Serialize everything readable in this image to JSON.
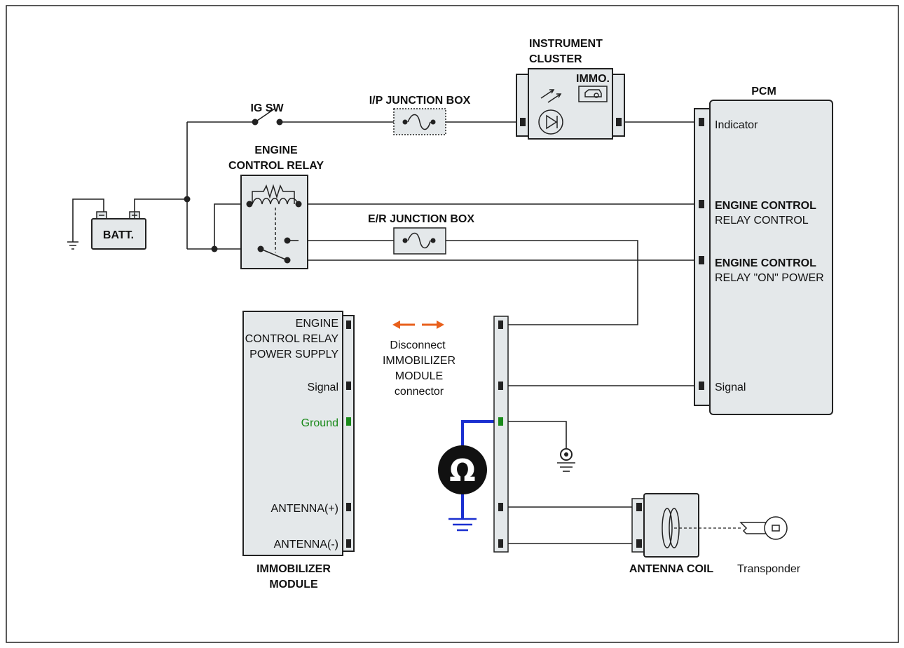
{
  "labels": {
    "ig_sw": "IG SW",
    "ip_junction_box": "I/P JUNCTION BOX",
    "instrument_cluster": [
      "INSTRUMENT",
      "CLUSTER"
    ],
    "immo": "IMMO.",
    "pcm": "PCM",
    "engine_control_relay": [
      "ENGINE",
      "CONTROL RELAY"
    ],
    "batt": "BATT.",
    "er_junction_box": "E/R JUNCTION BOX",
    "immobilizer_module": [
      "IMMOBILIZER",
      "MODULE"
    ],
    "antenna_coil": "ANTENNA COIL",
    "transponder": "Transponder"
  },
  "pcm_pins": {
    "indicator": "Indicator",
    "ecr_control": [
      "ENGINE CONTROL",
      "RELAY CONTROL"
    ],
    "ecr_on_power": [
      "ENGINE CONTROL",
      "RELAY \"ON\" POWER"
    ],
    "signal": "Signal"
  },
  "immobilizer_pins": {
    "ecr_power_supply": [
      "ENGINE",
      "CONTROL RELAY",
      "POWER SUPPLY"
    ],
    "signal": "Signal",
    "ground": "Ground",
    "antenna_plus": "ANTENNA(+)",
    "antenna_minus": "ANTENNA(-)"
  },
  "note": [
    "Disconnect",
    "IMMOBILIZER",
    "MODULE",
    "connector"
  ],
  "colors": {
    "accent_orange": "#e8601c",
    "ground_green": "#1a8a1a",
    "meter_blue": "#1a2fd0",
    "box_fill": "#e4e8ea"
  },
  "icons": {
    "ohmmeter": "ohmmeter-icon",
    "key": "transponder-key-icon"
  }
}
